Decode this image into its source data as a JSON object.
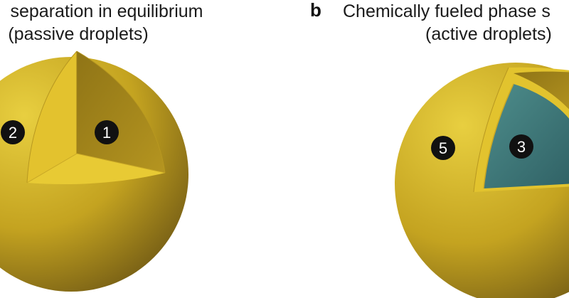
{
  "panel_a": {
    "title_line1": "separation in equilibrium",
    "title_line2": "(passive droplets)",
    "markers": [
      "1",
      "2"
    ]
  },
  "panel_b": {
    "letter": "b",
    "title_line1": "Chemically fueled phase s",
    "title_line2": "(active droplets)",
    "markers": [
      "3",
      "5"
    ]
  },
  "colors": {
    "sphere_highlight": "#E6CB3C",
    "sphere_mid": "#BF9D1F",
    "sphere_shadow": "#6B5412",
    "cut_face_light": "#E2C12D",
    "cut_face_dark": "#A5871A",
    "core_teal": "#3E7677",
    "marker_fill": "#111111"
  }
}
